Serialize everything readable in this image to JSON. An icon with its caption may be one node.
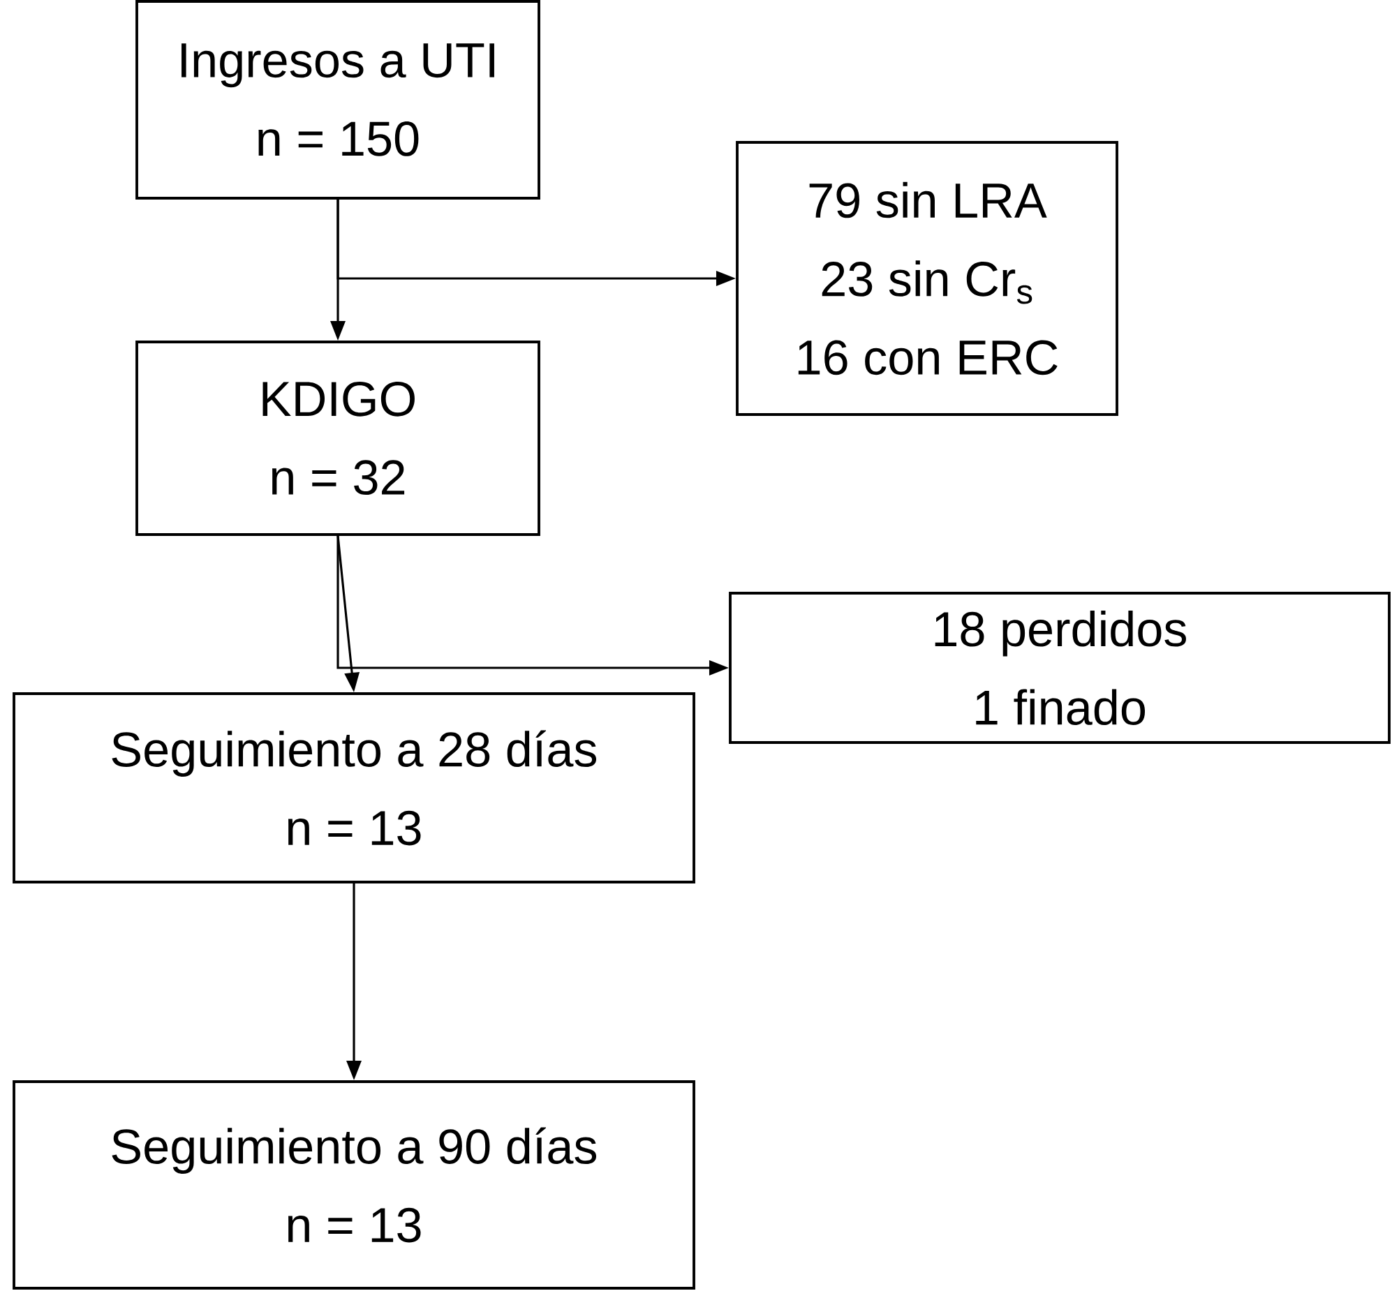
{
  "diagram": {
    "nodes": [
      {
        "text": [
          "Ingresos a UTI",
          "n = 150"
        ]
      },
      {
        "text": [
          "79 sin LRA",
          "23 sin Cr$_{s}$",
          "16 con ERC"
        ]
      },
      {
        "text": [
          "KDIGO",
          "n = 32"
        ]
      },
      {
        "text": [
          "18 perdidos",
          "1 finado"
        ]
      },
      {
        "text": [
          "Seguimiento a 28 días",
          "n = 13"
        ]
      },
      {
        "text": [
          "Seguimiento a 90 días",
          "n = 13"
        ]
      }
    ],
    "edges": [
      {
        "from": 0,
        "to": 2,
        "arrow": "to"
      },
      {
        "from": 0,
        "to": 1,
        "arrow": "to"
      },
      {
        "from": 2,
        "to": 4,
        "arrow": "to"
      },
      {
        "from": 2,
        "to": 3,
        "arrow": "to"
      },
      {
        "from": 4,
        "to": 5,
        "arrow": "to"
      }
    ]
  }
}
